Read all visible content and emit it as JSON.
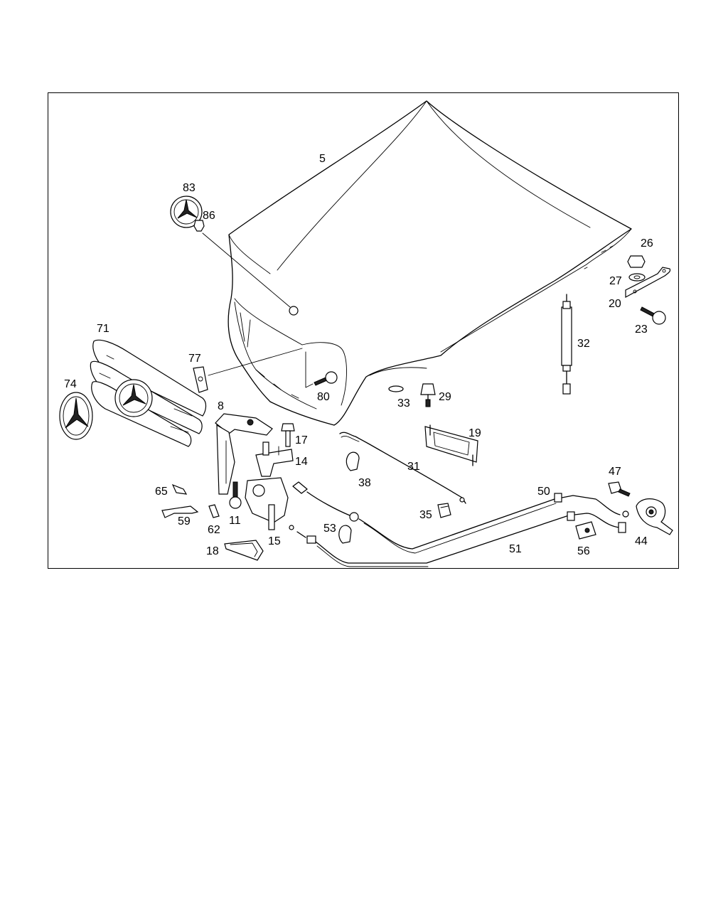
{
  "labels": {
    "p5": "5",
    "p83": "83",
    "p86": "86",
    "p26": "26",
    "p27": "27",
    "p20": "20",
    "p23": "23",
    "p32": "32",
    "p71": "71",
    "p77": "77",
    "p80": "80",
    "p74": "74",
    "p33": "33",
    "p29": "29",
    "p8": "8",
    "p17": "17",
    "p14": "14",
    "p19": "19",
    "p31": "31",
    "p38": "38",
    "p65": "65",
    "p59": "59",
    "p62": "62",
    "p11": "11",
    "p15": "15",
    "p18": "18",
    "p35": "35",
    "p53": "53",
    "p50": "50",
    "p51": "51",
    "p56": "56",
    "p47": "47",
    "p44": "44"
  }
}
